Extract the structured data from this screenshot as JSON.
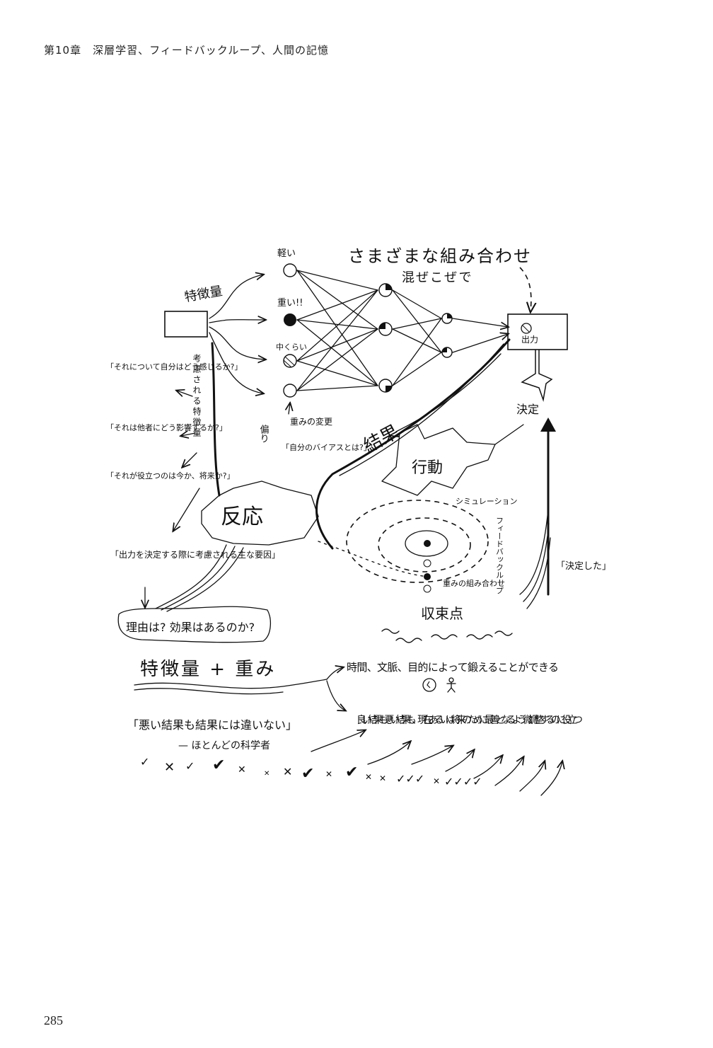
{
  "header": {
    "running_head": "第10章　深層学習、フィードバックループ、人間の記憶"
  },
  "page_number": "285",
  "illustration": {
    "node_labels": {
      "light": "軽い",
      "heavy": "重い!!",
      "medium": "中くらい"
    },
    "feature_label": "特徴量",
    "combinations_title": "さまざまな組み合わせ",
    "mixed_label": "混ぜこぜで",
    "output_label": "出力",
    "decision_label": "決定",
    "quotes_left": [
      "「それについて自分はどう感じるか?」",
      "「それは他者にどう影響するか?」",
      "「それが役立つのは今か、将来か?」"
    ],
    "considered_features_vertical": "考慮される特徴量",
    "weight_change_label": "重みの変更",
    "bias_question": "「自分のバイアスとは?」",
    "bias_vertical": "偏り",
    "result_label": "結果",
    "action_label": "行動",
    "reaction_label": "反応",
    "simulation_label": "シミュレーション",
    "feedback_loop_label": "フィードバックループ",
    "decided_quote": "「決定した」",
    "main_factors_quote": "「出力を決定する際に考慮される主な要因」",
    "weights_combination_label": "重みの組み合わせ",
    "convergence_label": "収束点",
    "reason_bubble": "理由は? 効果はあるのか?",
    "features_plus_weights": "特徴量 + 重み",
    "time_context_text": "時間、文脈、目的によって鍛えることができる",
    "scientist_quote": "「悪い結果も結果には違いない」",
    "scientist_attribution": "— ほとんどの科学者",
    "good_bad_text": "良い結果も悪い結果も、現在あるいは将来のために最善となるよう微調整するのに役立つ"
  }
}
